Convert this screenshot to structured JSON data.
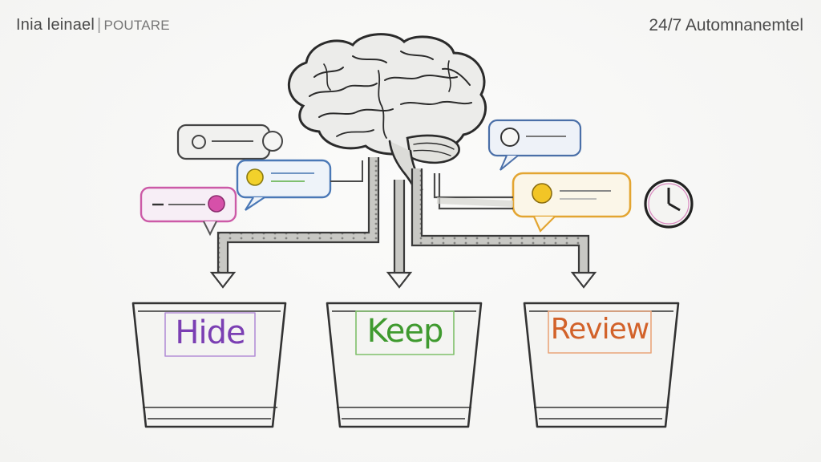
{
  "header": {
    "left_title": "Inia leinael",
    "left_subtitle": "POUTARE",
    "right_title": "24/7 Automnanemtel"
  },
  "bins": [
    {
      "label": "Hide",
      "color": "#7b3fb3"
    },
    {
      "label": "Keep",
      "color": "#3f9a2f"
    },
    {
      "label": "Review",
      "color": "#d2622a"
    }
  ],
  "icons": {
    "central": "brain-icon",
    "clock": "clock-icon",
    "emoji": "smiley-icon"
  }
}
